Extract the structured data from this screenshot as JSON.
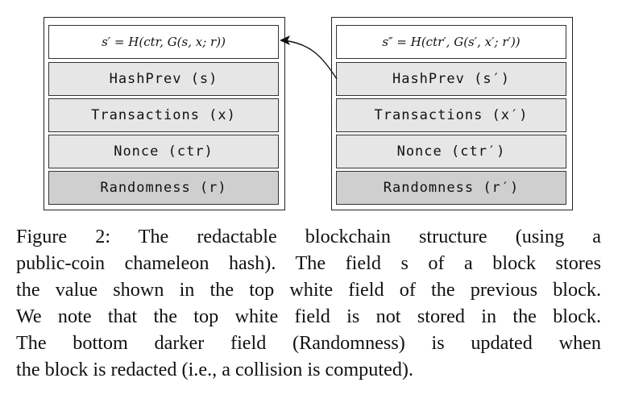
{
  "diagram": {
    "blocks": [
      {
        "name": "previous-block",
        "fields": [
          {
            "label": "s′ = H(ctr, G(s, x; r))",
            "kind": "hash"
          },
          {
            "label": "HashPrev (s)",
            "kind": "field"
          },
          {
            "label": "Transactions (x)",
            "kind": "field"
          },
          {
            "label": "Nonce (ctr)",
            "kind": "field"
          },
          {
            "label": "Randomness (r)",
            "kind": "randomness"
          }
        ]
      },
      {
        "name": "next-block",
        "fields": [
          {
            "label": "s″ = H(ctr′, G(s′, x′; r′))",
            "kind": "hash"
          },
          {
            "label": "HashPrev (s′)",
            "kind": "field"
          },
          {
            "label": "Transactions (x′)",
            "kind": "field"
          },
          {
            "label": "Nonce (ctr′)",
            "kind": "field"
          },
          {
            "label": "Randomness (r′)",
            "kind": "randomness"
          }
        ]
      }
    ],
    "arrow": {
      "from": "next-block.HashPrev",
      "to": "previous-block.hash"
    }
  },
  "caption": {
    "lines": [
      "Figure 2: The redactable blockchain structure (using a",
      "public-coin chameleon hash). The field s of a block stores",
      "the value shown in the top white field of the previous block.",
      "We note that the top white field is not stored in the block.",
      "The bottom darker field (Randomness) is updated when",
      "the block is redacted (i.e., a collision is computed)."
    ]
  }
}
